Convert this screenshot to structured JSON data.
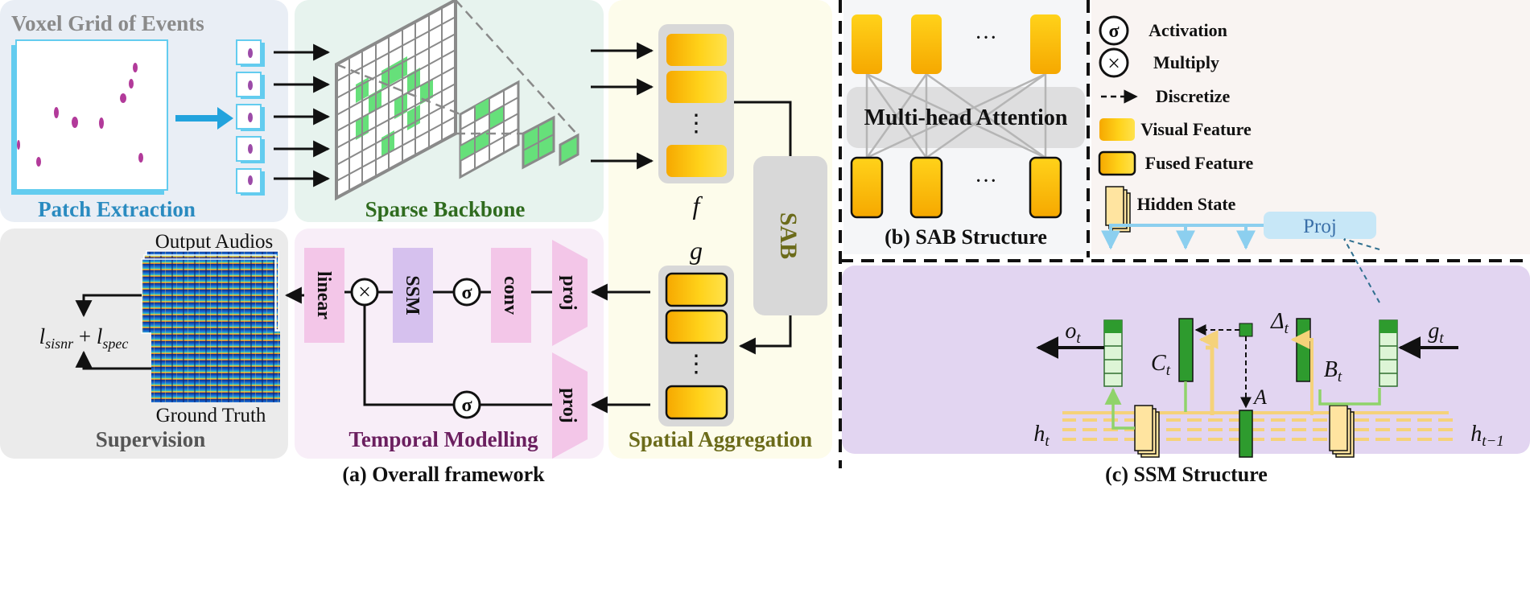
{
  "overall": {
    "voxel_title": "Voxel Grid of Events",
    "patch_extraction": "Patch Extraction",
    "sparse_backbone": "Sparse Backbone",
    "spatial_aggregation": "Spatial Aggregation",
    "temporal_modelling": "Temporal Modelling",
    "supervision": "Supervision",
    "output_audios": "Output Audios",
    "ground_truth": "Ground Truth",
    "loss_formula": "l_sisnr + l_spec",
    "feature_f": "f",
    "feature_g": "g",
    "sab": "SAB",
    "dots": "⋮",
    "linear": "linear",
    "ssm": "SSM",
    "conv": "conv",
    "proj": "proj",
    "sigma": "σ",
    "times": "×",
    "caption": "(a) Overall framework"
  },
  "sab_structure": {
    "attention": "Multi-head Attention",
    "dots": "···",
    "caption": "(b) SAB Structure"
  },
  "legend": {
    "activation": "Activation",
    "multiply": "Multiply",
    "discretize": "Discretize",
    "visual_feature": "Visual Feature",
    "fused_feature": "Fused Feature",
    "hidden_state": "Hidden State"
  },
  "ssm_structure": {
    "proj": "Proj",
    "o_t": "o_t",
    "C_t": "C_t",
    "delta_t": "Δ_t",
    "B_t": "B_t",
    "g_t": "g_t",
    "A": "A",
    "h_t": "h_t",
    "h_t_minus_1": "h_t−1",
    "caption": "(c) SSM Structure"
  },
  "colors": {
    "feature_yellow": "#FFD21A",
    "feature_orange": "#F6A800",
    "green_cell": "#66E07A",
    "dark_green": "#2E9B2E",
    "proj_pink": "#F3C6E8",
    "ssm_purple": "#D6C1EE",
    "title_blue": "#2A8BC0",
    "title_green": "#2F6B1E",
    "title_olive": "#6B6B1A",
    "title_purple": "#6B1F5F"
  }
}
